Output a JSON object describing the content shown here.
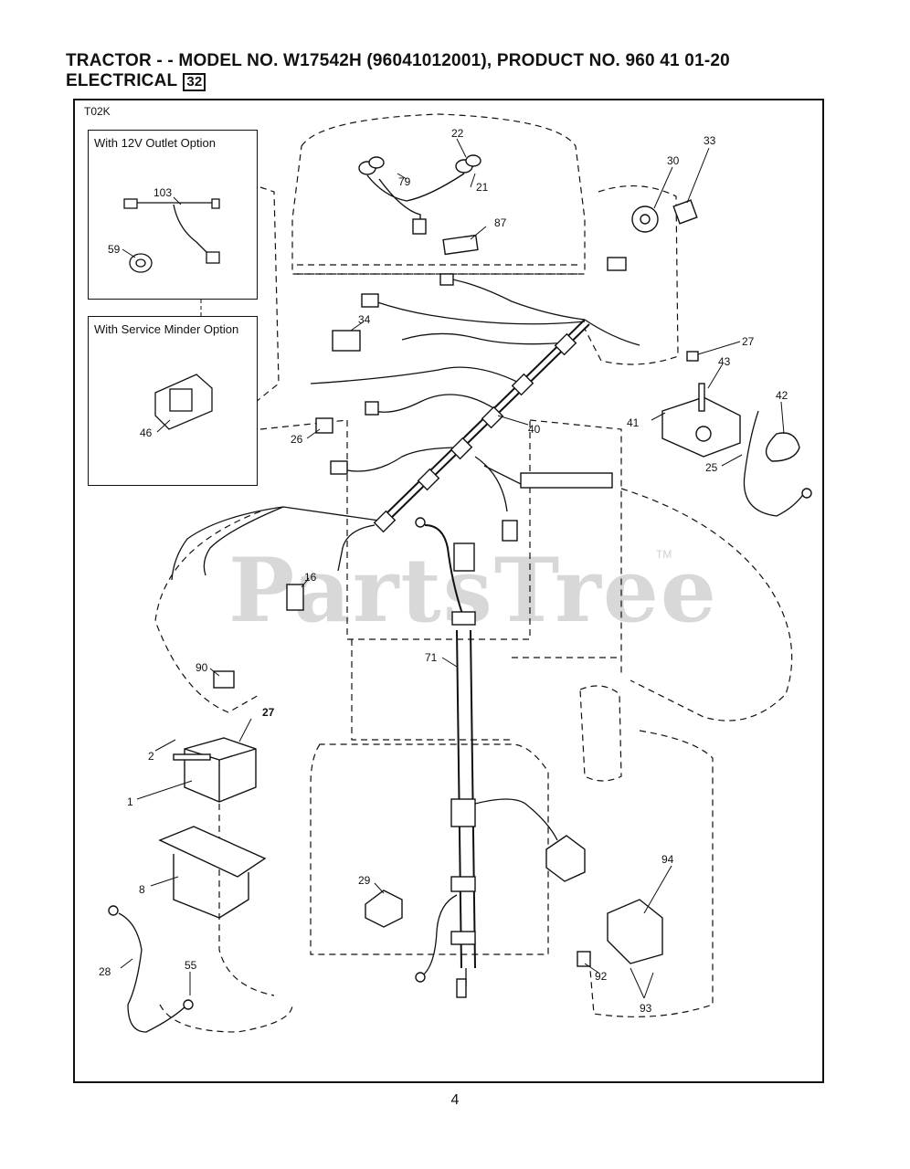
{
  "header": {
    "title": "TRACTOR - - MODEL NO. W17542H  (96041012001), PRODUCT NO. 960 41 01-20",
    "section_name": "ELECTRICAL",
    "section_number": "32"
  },
  "diagram_code": "T02K",
  "insets": [
    {
      "title": "With 12V Outlet Option"
    },
    {
      "title": "With Service Minder Option"
    }
  ],
  "callouts": [
    "22",
    "21",
    "79",
    "87",
    "30",
    "33",
    "27",
    "43",
    "42",
    "41",
    "25",
    "40",
    "34",
    "26",
    "16",
    "71",
    "90",
    "27",
    "2",
    "1",
    "8",
    "28",
    "55",
    "29",
    "92",
    "93",
    "94",
    "103",
    "59",
    "46"
  ],
  "watermark": "PartsTree",
  "trademark": "TM",
  "page_number": "4"
}
